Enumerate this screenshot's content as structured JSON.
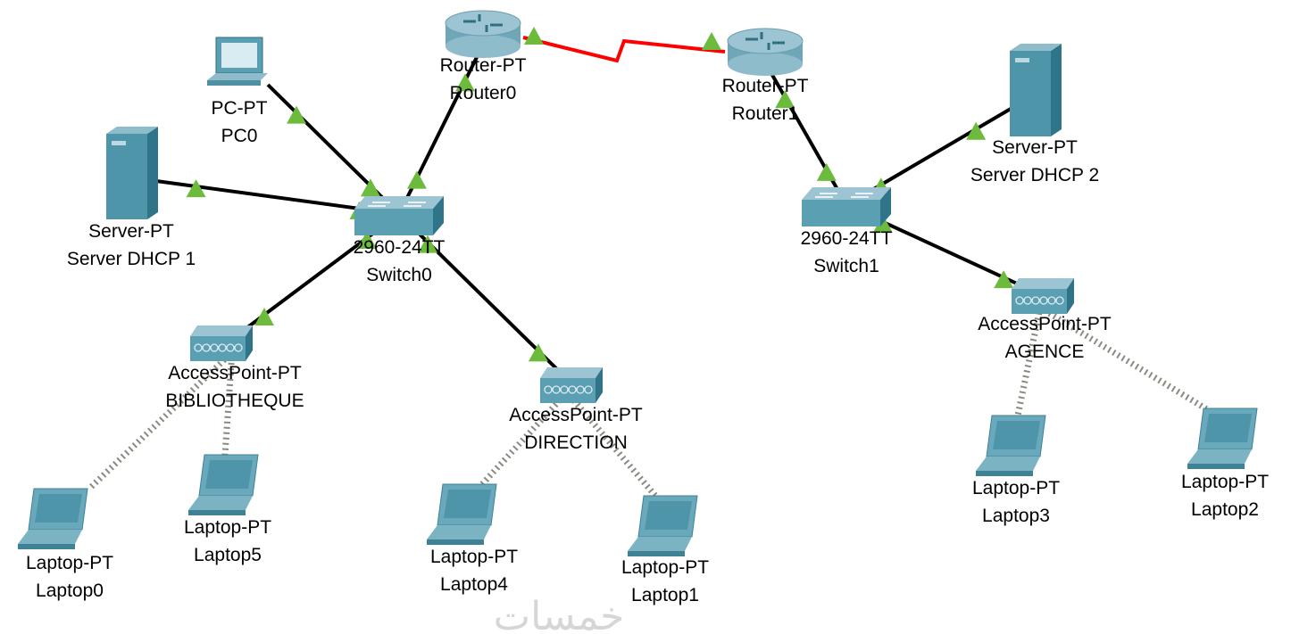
{
  "colors": {
    "wired_link": "#000000",
    "serial_link": "#ff0000",
    "wireless_link": "#8a8a80",
    "link_up_indicator": "#6cbb3c",
    "device_body": "#5b9fb3"
  },
  "devices": [
    {
      "id": "router0",
      "type": "router",
      "model": "Router-PT",
      "name": "Router0",
      "icon": "router-icon"
    },
    {
      "id": "router1",
      "type": "router",
      "model": "Router-PT",
      "name": "Router1",
      "icon": "router-icon"
    },
    {
      "id": "pc0",
      "type": "pc",
      "model": "PC-PT",
      "name": "PC0",
      "icon": "pc-icon"
    },
    {
      "id": "server1",
      "type": "server",
      "model": "Server-PT",
      "name": "Server DHCP 1",
      "icon": "server-icon"
    },
    {
      "id": "server2",
      "type": "server",
      "model": "Server-PT",
      "name": "Server DHCP 2",
      "icon": "server-icon"
    },
    {
      "id": "switch0",
      "type": "switch",
      "model": "2960-24TT",
      "name": "Switch0",
      "icon": "switch-icon"
    },
    {
      "id": "switch1",
      "type": "switch",
      "model": "2960-24TT",
      "name": "Switch1",
      "icon": "switch-icon"
    },
    {
      "id": "ap_bib",
      "type": "accesspoint",
      "model": "AccessPoint-PT",
      "name": "BIBLIOTHEQUE",
      "icon": "access-point-icon"
    },
    {
      "id": "ap_dir",
      "type": "accesspoint",
      "model": "AccessPoint-PT",
      "name": "DIRECTION",
      "icon": "access-point-icon"
    },
    {
      "id": "ap_agence",
      "type": "accesspoint",
      "model": "AccessPoint-PT",
      "name": "AGENCE",
      "icon": "access-point-icon"
    },
    {
      "id": "laptop0",
      "type": "laptop",
      "model": "Laptop-PT",
      "name": "Laptop0",
      "icon": "laptop-icon"
    },
    {
      "id": "laptop5",
      "type": "laptop",
      "model": "Laptop-PT",
      "name": "Laptop5",
      "icon": "laptop-icon"
    },
    {
      "id": "laptop4",
      "type": "laptop",
      "model": "Laptop-PT",
      "name": "Laptop4",
      "icon": "laptop-icon"
    },
    {
      "id": "laptop1",
      "type": "laptop",
      "model": "Laptop-PT",
      "name": "Laptop1",
      "icon": "laptop-icon"
    },
    {
      "id": "laptop3",
      "type": "laptop",
      "model": "Laptop-PT",
      "name": "Laptop3",
      "icon": "laptop-icon"
    },
    {
      "id": "laptop2",
      "type": "laptop",
      "model": "Laptop-PT",
      "name": "Laptop2",
      "icon": "laptop-icon"
    }
  ],
  "links": [
    {
      "from": "router0",
      "to": "router1",
      "kind": "serial",
      "status": "up"
    },
    {
      "from": "pc0",
      "to": "switch0",
      "kind": "wired",
      "status": "up"
    },
    {
      "from": "server1",
      "to": "switch0",
      "kind": "wired",
      "status": "up"
    },
    {
      "from": "router0",
      "to": "switch0",
      "kind": "wired",
      "status": "up"
    },
    {
      "from": "switch0",
      "to": "ap_bib",
      "kind": "wired",
      "status": "up"
    },
    {
      "from": "switch0",
      "to": "ap_dir",
      "kind": "wired",
      "status": "up"
    },
    {
      "from": "router1",
      "to": "switch1",
      "kind": "wired",
      "status": "up"
    },
    {
      "from": "switch1",
      "to": "server2",
      "kind": "wired",
      "status": "up"
    },
    {
      "from": "switch1",
      "to": "ap_agence",
      "kind": "wired",
      "status": "up"
    },
    {
      "from": "ap_bib",
      "to": "laptop0",
      "kind": "wireless"
    },
    {
      "from": "ap_bib",
      "to": "laptop5",
      "kind": "wireless"
    },
    {
      "from": "ap_dir",
      "to": "laptop4",
      "kind": "wireless"
    },
    {
      "from": "ap_dir",
      "to": "laptop1",
      "kind": "wireless"
    },
    {
      "from": "ap_agence",
      "to": "laptop3",
      "kind": "wireless"
    },
    {
      "from": "ap_agence",
      "to": "laptop2",
      "kind": "wireless"
    }
  ],
  "watermark": "خمسات"
}
